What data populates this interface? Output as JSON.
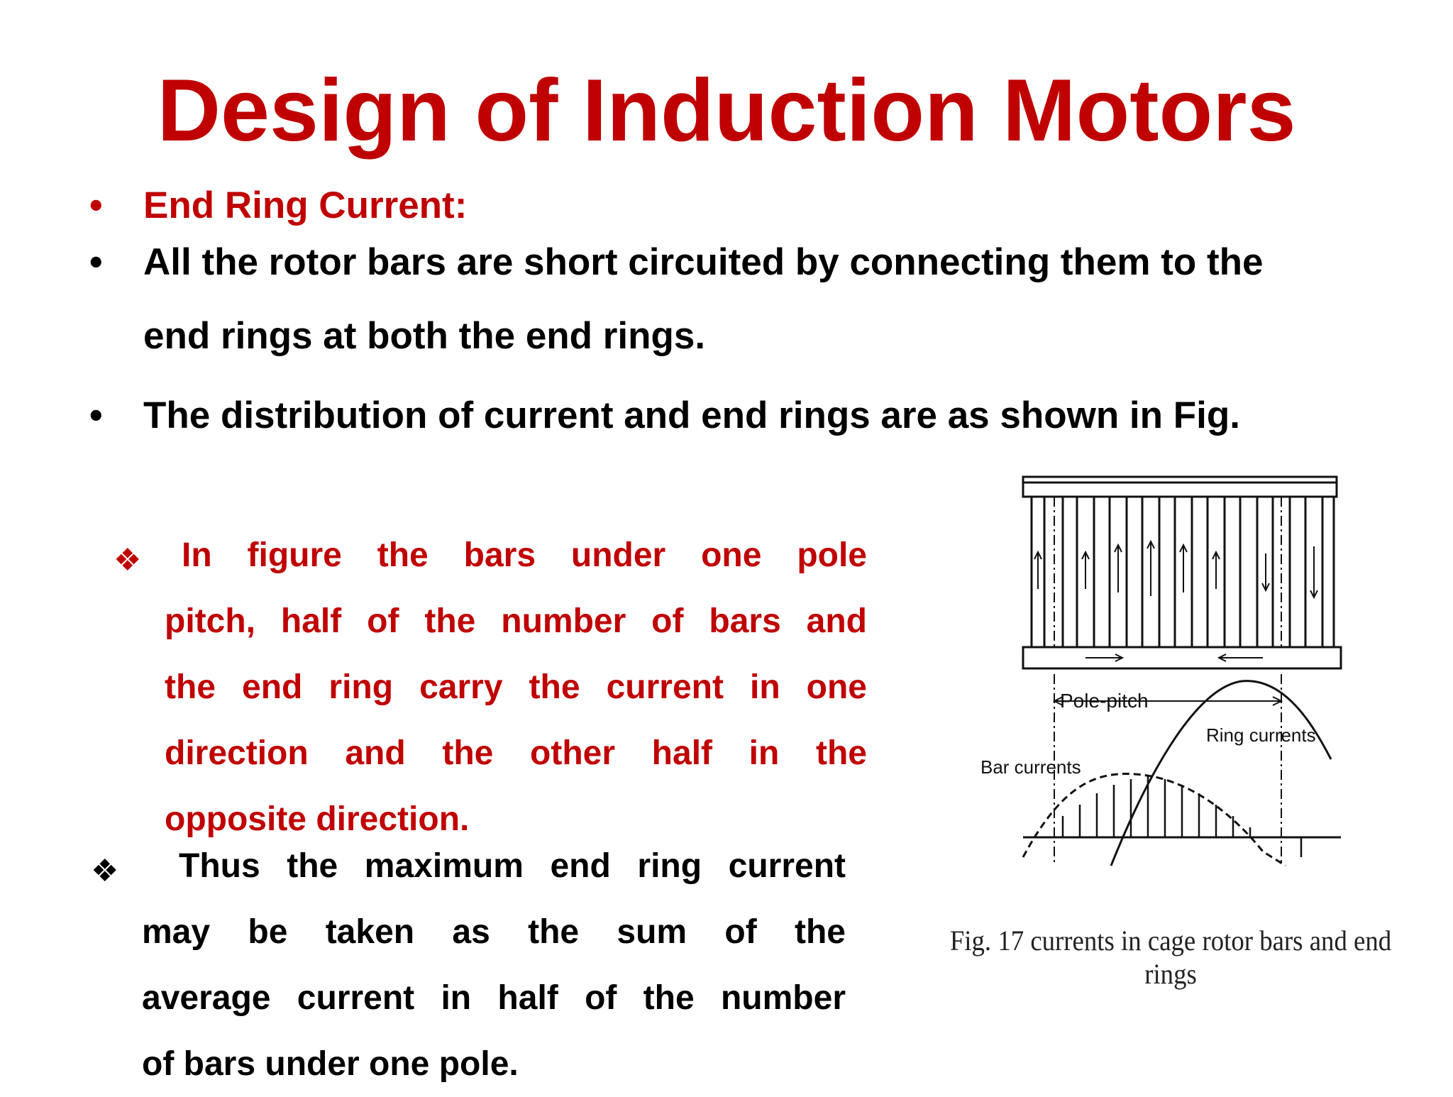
{
  "slide": {
    "title": "Design of Induction Motors",
    "bullets": [
      {
        "text": "End Ring Current:"
      },
      {
        "line1": "All the rotor bars are short circuited by connecting them to the",
        "line2": "end rings at both the end rings."
      },
      {
        "text": "The distribution of current and end rings are as shown in Fig."
      }
    ],
    "para1": {
      "lines": [
        "In   figure  the  bars  under  one  pole",
        "pitch,  half  of  the  number  of  bars  and",
        "the  end  ring  carry  the  current  in  one",
        "direction   and   the   other   half   in   the",
        "opposite direction."
      ]
    },
    "para2": {
      "lines": [
        "Thus  the  maximum  end  ring  current",
        "may   be   taken   as   the   sum   of   the",
        "average  current  in  half  of  the  number",
        "of bars under one pole."
      ]
    },
    "figure": {
      "labels": {
        "pole_pitch": "Pole-pitch",
        "ring_currents": "Ring currents",
        "bar_currents": "Bar currents"
      },
      "caption": "Fig. 17 currents in cage rotor bars and end rings"
    },
    "colors": {
      "accent": "#c00000",
      "text": "#000000"
    }
  }
}
